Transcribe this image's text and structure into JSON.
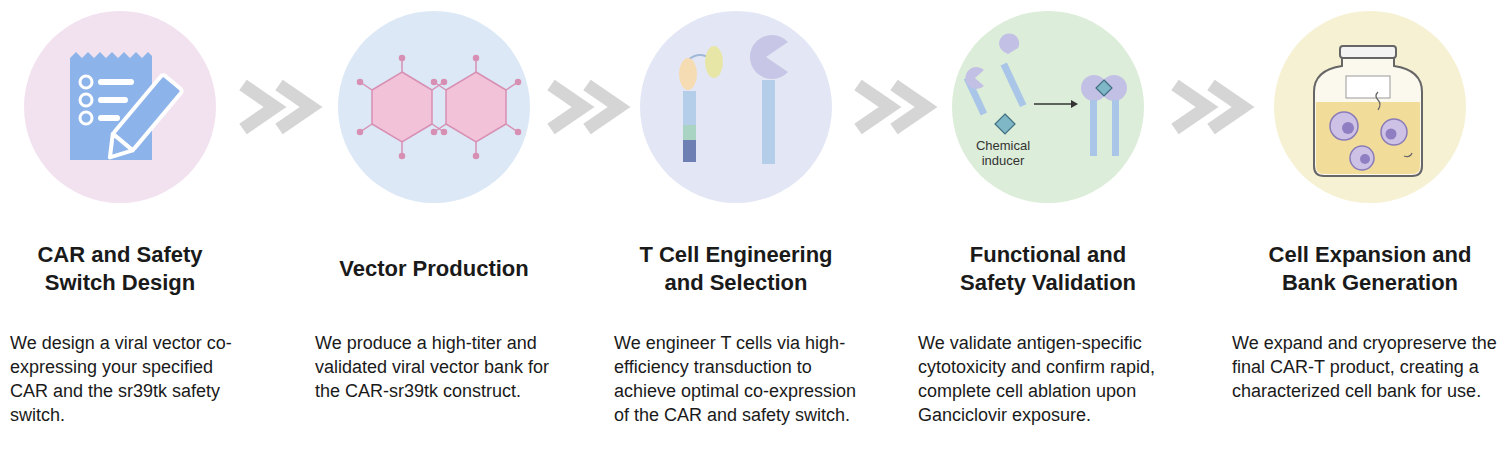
{
  "diagram": {
    "nodes": [
      {
        "text": [
          "CAR and Safety Switch Design",
          "We design a viral vector co-expressing your specified CAR and the sr39tk safety switch."
        ]
      },
      {
        "text": [
          "Vector Production",
          "We produce a high-titer and validated viral vector bank for the CAR-sr39tk construct."
        ]
      },
      {
        "text": [
          "T Cell Engineering and Selection",
          "We engineer T cells via high-efficiency transduction to achieve optimal co-expression of the CAR and safety switch."
        ]
      },
      {
        "text": [
          "Functional and Safety Validation",
          "We validate antigen-specific cytotoxicity and confirm rapid, complete cell ablation upon Ganciclovir exposure."
        ]
      },
      {
        "text": [
          "Cell Expansion and Bank Generation",
          "We expand and cryopreserve the final CAR-T product, creating a characterized cell bank for use."
        ]
      }
    ],
    "edges": [
      {
        "from": 0,
        "to": 1,
        "arrow": "to"
      },
      {
        "from": 1,
        "to": 2,
        "arrow": "to"
      },
      {
        "from": 2,
        "to": 3,
        "arrow": "to"
      },
      {
        "from": 3,
        "to": 4,
        "arrow": "to"
      }
    ],
    "labels": [
      "Chemical inducer"
    ]
  }
}
